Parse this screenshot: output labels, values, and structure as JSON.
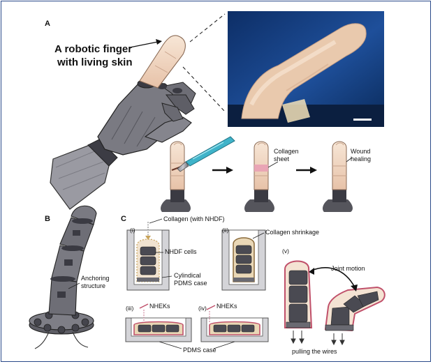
{
  "panels": {
    "a": "A",
    "b": "B",
    "c": "C"
  },
  "panel_a": {
    "callout": [
      "A robotic finger",
      "with living skin"
    ],
    "collagen_sheet": [
      "Collagen",
      "sheet"
    ],
    "wound_healing": [
      "Wound",
      "healing"
    ]
  },
  "panel_b": {
    "anchoring": [
      "Anchoring",
      "structure"
    ]
  },
  "panel_c": {
    "steps": [
      "(i)",
      "(ii)",
      "(iii)",
      "(iv)",
      "(v)"
    ],
    "collagen_nhdf": "Collagen (with NHDF)",
    "nhdf_cells": "NHDF cells",
    "cylindrical_case": [
      "Cylindical",
      "PDMS case"
    ],
    "collagen_shrinkage": "Collagen shrinkage",
    "nheks": "NHEKs",
    "pdms_case": "PDMS case",
    "joint_motion": "Joint motion",
    "pulling_wires": "pulling the wires"
  },
  "colors": {
    "border": "#2a4a8a",
    "skin": "#f1d6c3",
    "robot": "#6a6a72",
    "pink": "#e8a0b4"
  }
}
